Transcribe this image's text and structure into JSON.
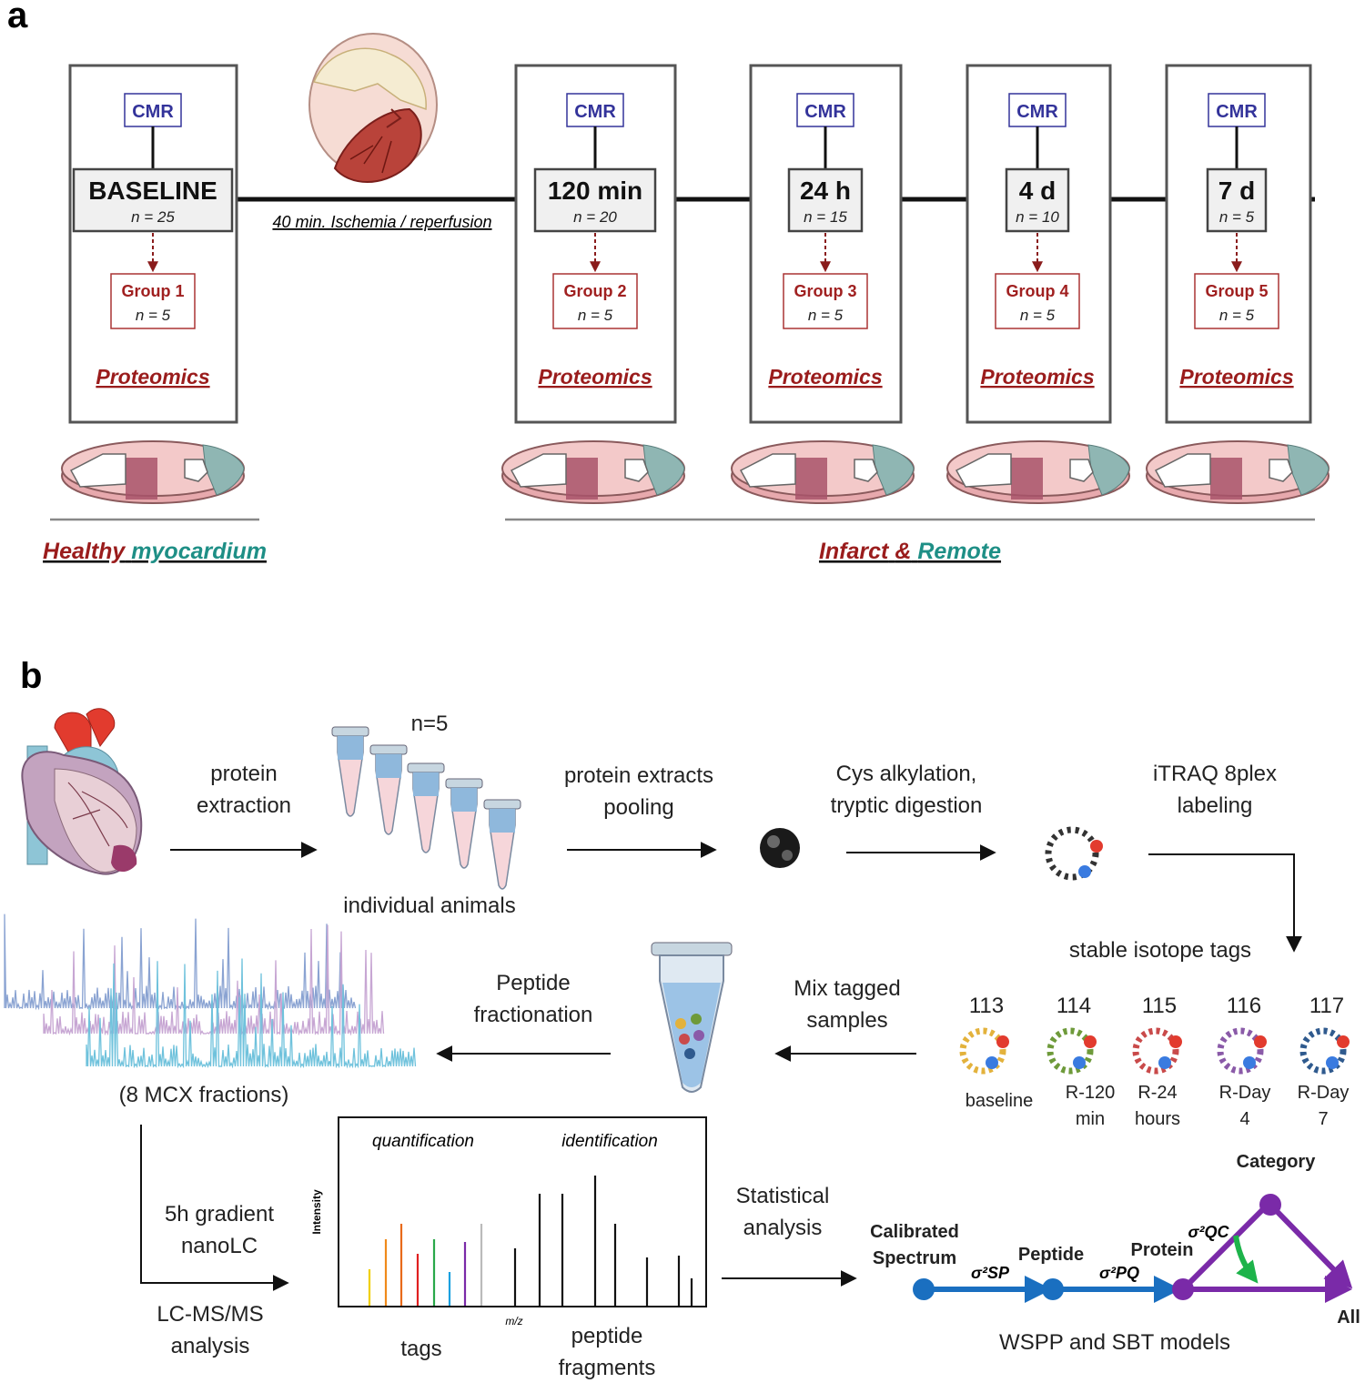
{
  "panel_a": {
    "letter": "a",
    "cmr": "CMR",
    "timepoints": [
      {
        "label": "BASELINE",
        "n": "n = 25",
        "group": "Group 1",
        "group_n": "n = 5",
        "proteomics": "Proteomics"
      },
      {
        "label": "120 min",
        "n": "n = 20",
        "group": "Group 2",
        "group_n": "n = 5",
        "proteomics": "Proteomics"
      },
      {
        "label": "24 h",
        "n": "n = 15",
        "group": "Group 3",
        "group_n": "n = 5",
        "proteomics": "Proteomics"
      },
      {
        "label": "4 d",
        "n": "n = 10",
        "group": "Group 4",
        "group_n": "n = 5",
        "proteomics": "Proteomics"
      },
      {
        "label": "7 d",
        "n": "n = 5",
        "group": "Group 5",
        "group_n": "n = 5",
        "proteomics": "Proteomics"
      }
    ],
    "ischemia_label": "40 min. Ischemia / reperfusion",
    "healthy": {
      "word1": "Healthy",
      "word2": "myocardium"
    },
    "infarct": {
      "word1": "Infarct",
      "amp": "&",
      "word2": "Remote"
    },
    "colors": {
      "red": "#9a1c1c",
      "teal": "#1e8f86",
      "navy": "#33339a"
    }
  },
  "panel_b": {
    "letter": "b",
    "protein_extraction": [
      "protein",
      "extraction"
    ],
    "n5": "n=5",
    "individual_animals": "individual animals",
    "pooling": [
      "protein extracts",
      "pooling"
    ],
    "digestion": [
      "Cys alkylation,",
      "tryptic digestion"
    ],
    "labeling": [
      "iTRAQ 8plex",
      "labeling"
    ],
    "stable_tags": "stable isotope tags",
    "tags": [
      {
        "num": "113",
        "l1": "baseline",
        "l2": "",
        "color": "#e3b23c"
      },
      {
        "num": "114",
        "l1": "R-120",
        "l2": "min",
        "color": "#6e9a3a"
      },
      {
        "num": "115",
        "l1": "R-24",
        "l2": "hours",
        "color": "#c94a4a"
      },
      {
        "num": "116",
        "l1": "R-Day",
        "l2": "4",
        "color": "#8a5aa8"
      },
      {
        "num": "117",
        "l1": "R-Day",
        "l2": "7",
        "color": "#2f5a8e"
      }
    ],
    "mix": [
      "Mix tagged",
      "samples"
    ],
    "fractionation": [
      "Peptide",
      "fractionation"
    ],
    "fractions": "(8 MCX fractions)",
    "gradient": [
      "5h gradient",
      "nanoLC"
    ],
    "lcms": [
      "LC-MS/MS",
      "analysis"
    ],
    "spectrum": {
      "quant": "quantification",
      "ident": "identification",
      "ylabel": "Intensity",
      "xlabel": "m/z",
      "tags": "tags",
      "fragments": [
        "peptide",
        "fragments"
      ]
    },
    "statistical": [
      "Statistical",
      "analysis"
    ],
    "network": {
      "calibrated": [
        "Calibrated",
        "Spectrum"
      ],
      "peptide": "Peptide",
      "protein": "Protein",
      "category": "Category",
      "all": "All",
      "s_sp": "σ²SP",
      "s_pq": "σ²PQ",
      "s_qc": "σ²QC"
    },
    "models": "WSPP and SBT models"
  }
}
